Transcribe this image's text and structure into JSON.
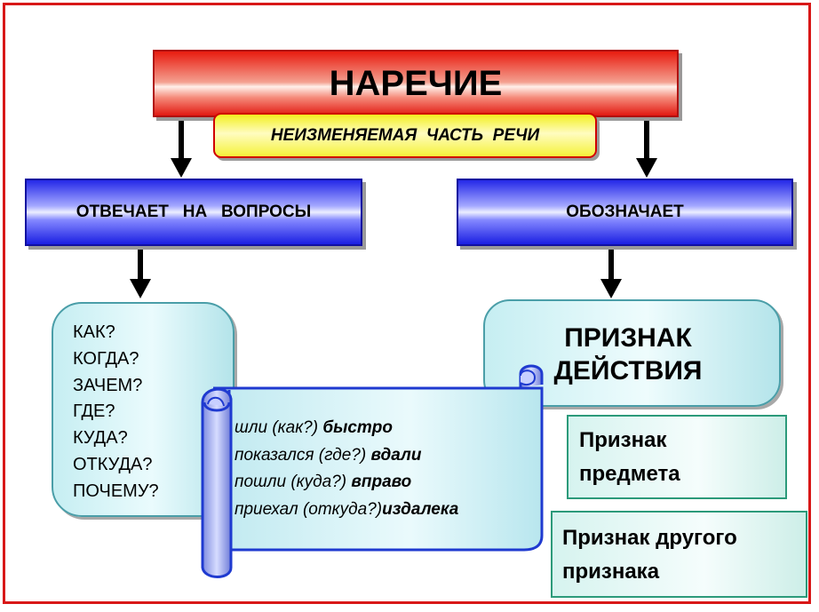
{
  "title": "НАРЕЧИЕ",
  "subtitle": "НЕИЗМЕНЯЕМАЯ  ЧАСТЬ  РЕЧИ",
  "left_header": "ОТВЕЧАЕТ   НА   ВОПРОСЫ",
  "right_header": "ОБОЗНАЧАЕТ",
  "questions": [
    "КАК?",
    "КОГДА?",
    "ЗАЧЕМ?",
    "ГДЕ?",
    "КУДА?",
    "ОТКУДА?",
    "ПОЧЕМУ?"
  ],
  "sign_action": [
    "ПРИЗНАК",
    "ДЕЙСТВИЯ"
  ],
  "sign_object": [
    "Признак",
    "предмета"
  ],
  "sign_other": [
    "Признак другого",
    "признака"
  ],
  "examples": [
    {
      "plain": "шли (как?) ",
      "bold": "быстро"
    },
    {
      "plain": "показался (где?) ",
      "bold": "вдали"
    },
    {
      "plain": "пошли (куда?) ",
      "bold": "вправо"
    },
    {
      "plain": "приехал (откуда?)",
      "bold": "издалека"
    }
  ],
  "colors": {
    "frame": "#d81818",
    "title_red": "#e81c10",
    "subtitle_yellow": "#f2ef20",
    "header_blue": "#2428e8",
    "scroll_blue": "#1f3ad0",
    "cyan_box": "#c6eef2",
    "green_border": "#2c9a7a"
  }
}
